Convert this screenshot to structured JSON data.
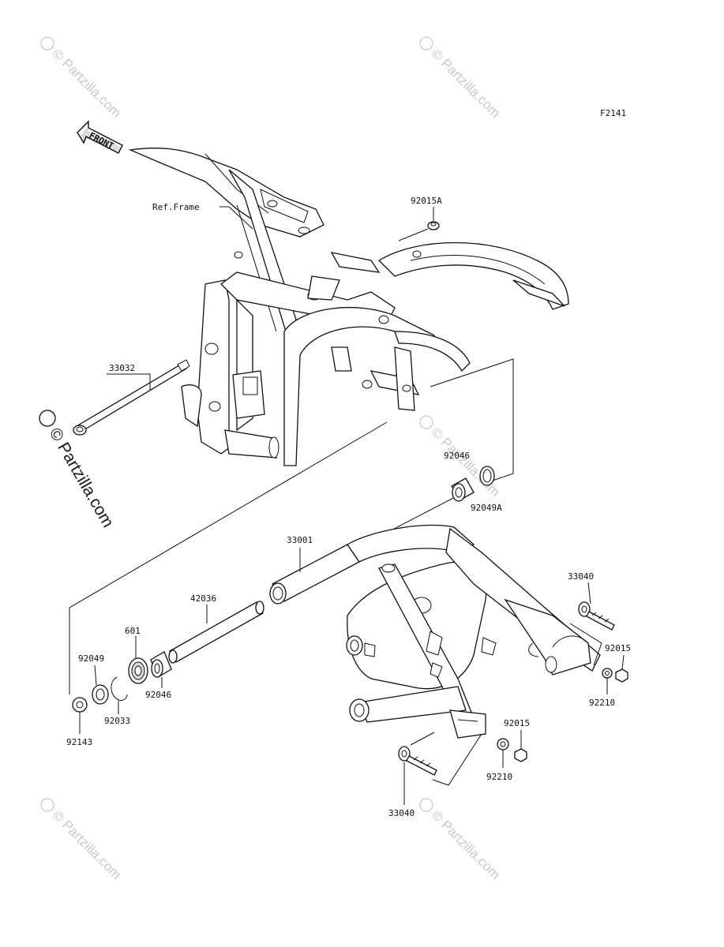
{
  "figure_code": "F2141",
  "front_label": "FRONT",
  "ref_frame_label": "Ref.Frame",
  "watermark_text": "© Partzilla.com",
  "parts": {
    "p92015A": "92015A",
    "p33032": "33032",
    "p92046_top": "92046",
    "p92049A": "92049A",
    "p33001": "33001",
    "p42036": "42036",
    "p601": "601",
    "p92049": "92049",
    "p92046_bottom": "92046",
    "p92033": "92033",
    "p92143": "92143",
    "p33040_top": "33040",
    "p92015_right": "92015",
    "p92210_right": "92210",
    "p92015_bottom": "92015",
    "p92210_bottom": "92210",
    "p33040_bottom": "33040"
  },
  "colors": {
    "line": "#111111",
    "watermark": "#c8c8c8",
    "background": "#ffffff"
  }
}
